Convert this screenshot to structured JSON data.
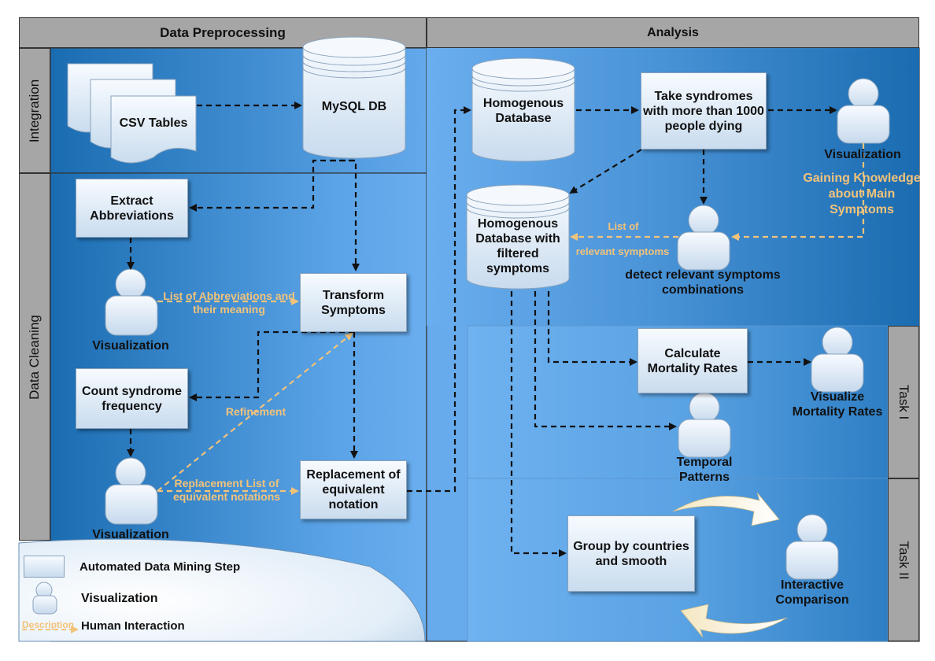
{
  "headers": {
    "preprocessing": "Data Preprocessing",
    "analysis": "Analysis"
  },
  "lanes": {
    "integration": "Integration",
    "cleaning": "Data Cleaning",
    "task1": "Task I",
    "task2": "Task II"
  },
  "nodes": {
    "csv": "CSV Tables",
    "mysql": "MySQL DB",
    "extract": "Extract Abbreviations",
    "transform": "Transform Symptoms",
    "count": "Count syndrome frequency",
    "replacement": "Replacement of equivalent notation",
    "homog_db": "Homogenous Database",
    "take": "Take syndromes with more than 1000 people dying",
    "homog_filtered": "Homogenous Database with filtered symptoms",
    "calc": "Calculate Mortality Rates",
    "group": "Group by countries and smooth"
  },
  "persons": {
    "vis_abbr": "Visualization",
    "vis_count": "Visualization",
    "vis_analysis": "Visualization",
    "detect": "detect relevant symptoms combinations",
    "vis_mort": "Visualize Mortality Rates",
    "temporal": "Temporal Patterns",
    "interactive": "Interactive Comparison"
  },
  "annotations": {
    "abbr_list": "List of Abbreviations and their meaning",
    "refinement": "Refinement",
    "replacement_list": "Replacement List of equivalent notations",
    "list_of": "List of",
    "relevant": "relevant symptoms",
    "gaining": "Gaining Knowledge about Main Symptoms"
  },
  "legend": {
    "automated": "Automated Data Mining Step",
    "visualization": "Visualization",
    "description": "Description",
    "human": "Human Interaction"
  },
  "colors": {
    "header_gray": "#a6a6a6",
    "lane_blue_dark": "#1b6db0",
    "lane_blue_light": "#62a8ea",
    "human_arrow": "#f2c37a",
    "flow_arrow": "#111111"
  }
}
